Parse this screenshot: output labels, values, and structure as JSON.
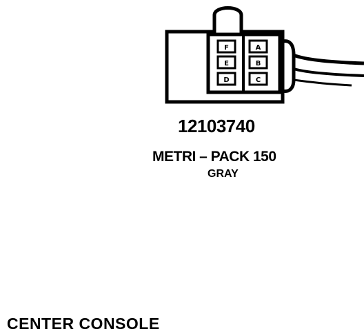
{
  "connector": {
    "part_number": "12103740",
    "series": "METRI – PACK 150",
    "color": "GRAY",
    "pins_left": [
      "F",
      "E",
      "D"
    ],
    "pins_right": [
      "A",
      "B",
      "C"
    ]
  },
  "location": "CENTER CONSOLE"
}
